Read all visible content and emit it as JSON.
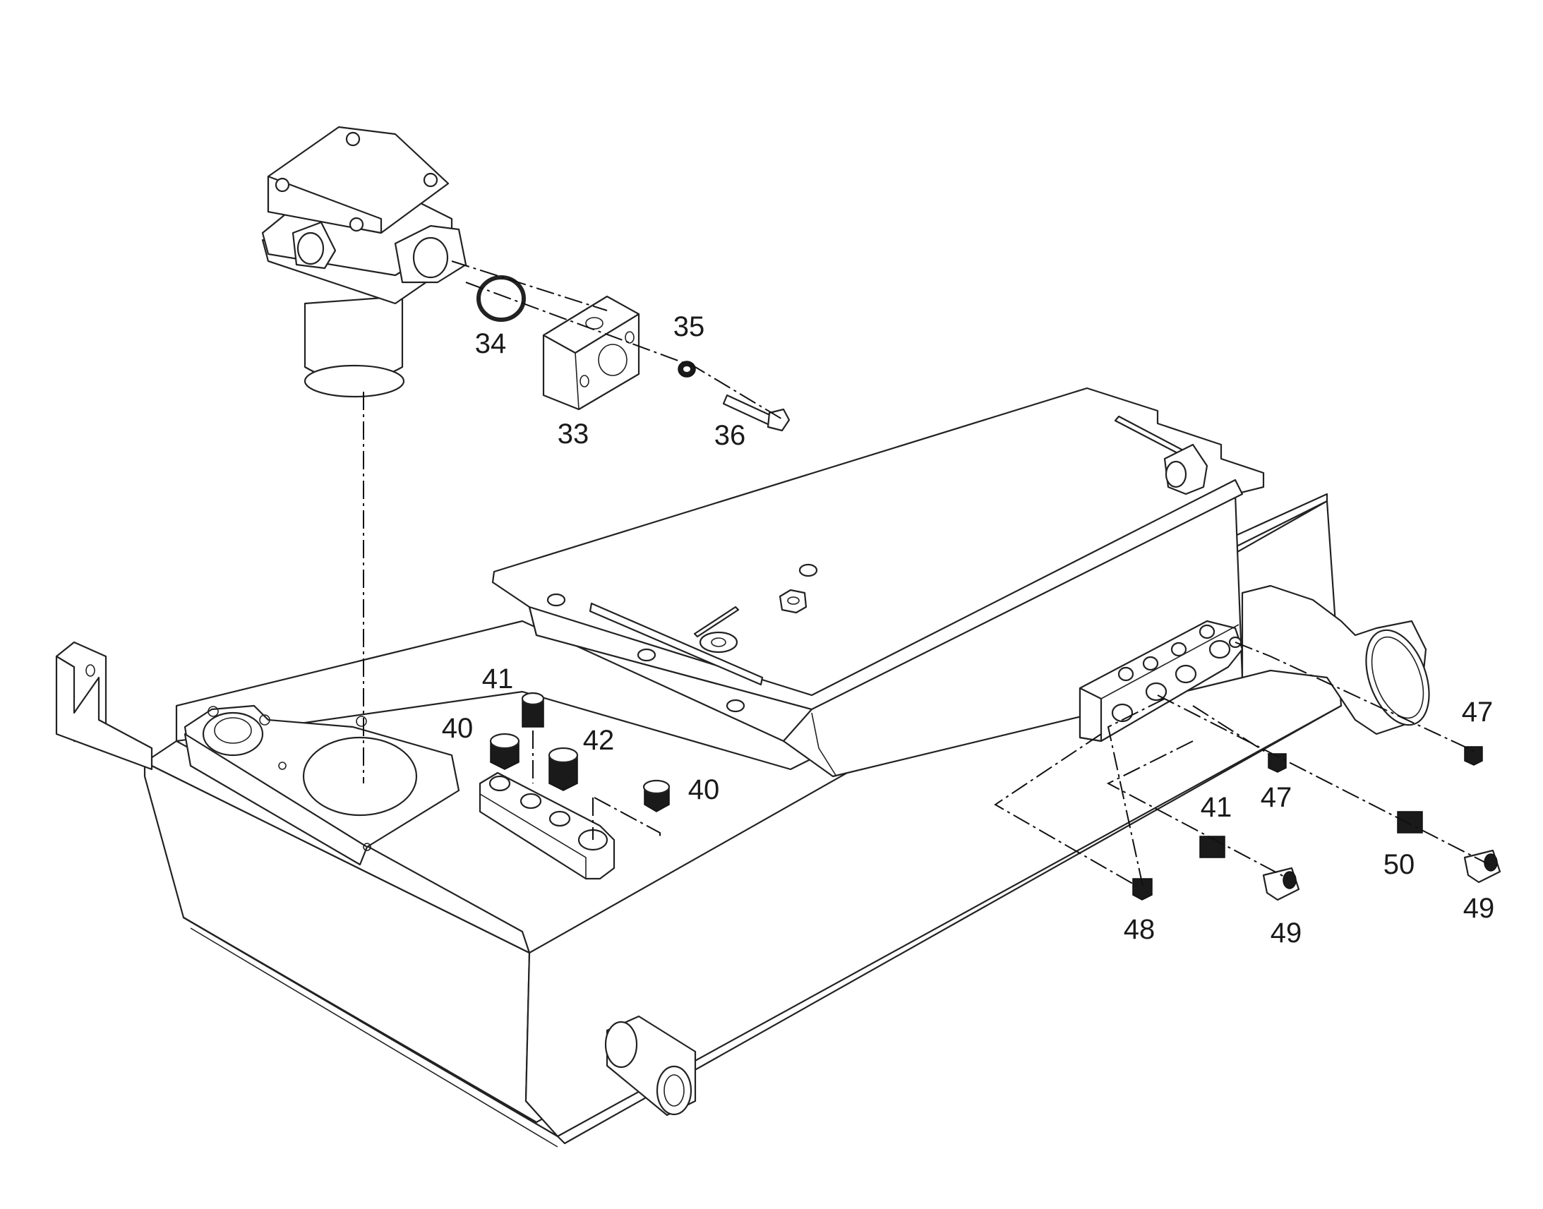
{
  "callouts": {
    "c33": "33",
    "c34": "34",
    "c35": "35",
    "c36": "36",
    "c40a": "40",
    "c40b": "40",
    "c41a": "41",
    "c41b": "41",
    "c42": "42",
    "c47a": "47",
    "c47b": "47",
    "c48": "48",
    "c49a": "49",
    "c49b": "49",
    "c50": "50"
  }
}
